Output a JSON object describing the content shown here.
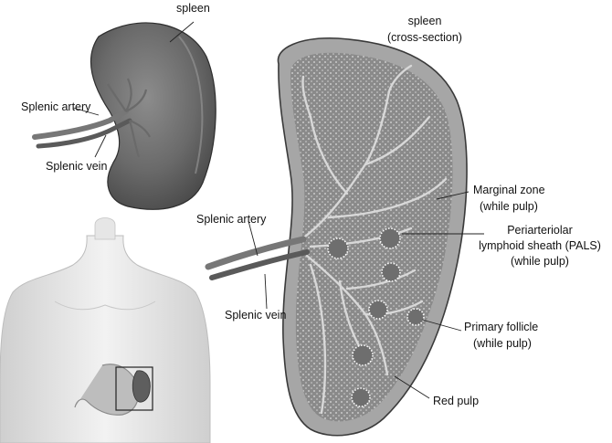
{
  "labels": {
    "spleen_top": "spleen",
    "spleen_cs_line1": "spleen",
    "spleen_cs_line2": "(cross-section)",
    "artery_small": "Splenic artery",
    "vein_small": "Splenic vein",
    "artery_large": "Splenic artery",
    "vein_large": "Splenic vein",
    "marginal_line1": "Marginal zone",
    "marginal_line2": "(while pulp)",
    "pals_line1": "Periarteriolar",
    "pals_line2": "lymphoid sheath (PALS)",
    "pals_line3": "(while pulp)",
    "follicle_line1": "Primary follicle",
    "follicle_line2": "(while pulp)",
    "red_pulp": "Red pulp"
  }
}
